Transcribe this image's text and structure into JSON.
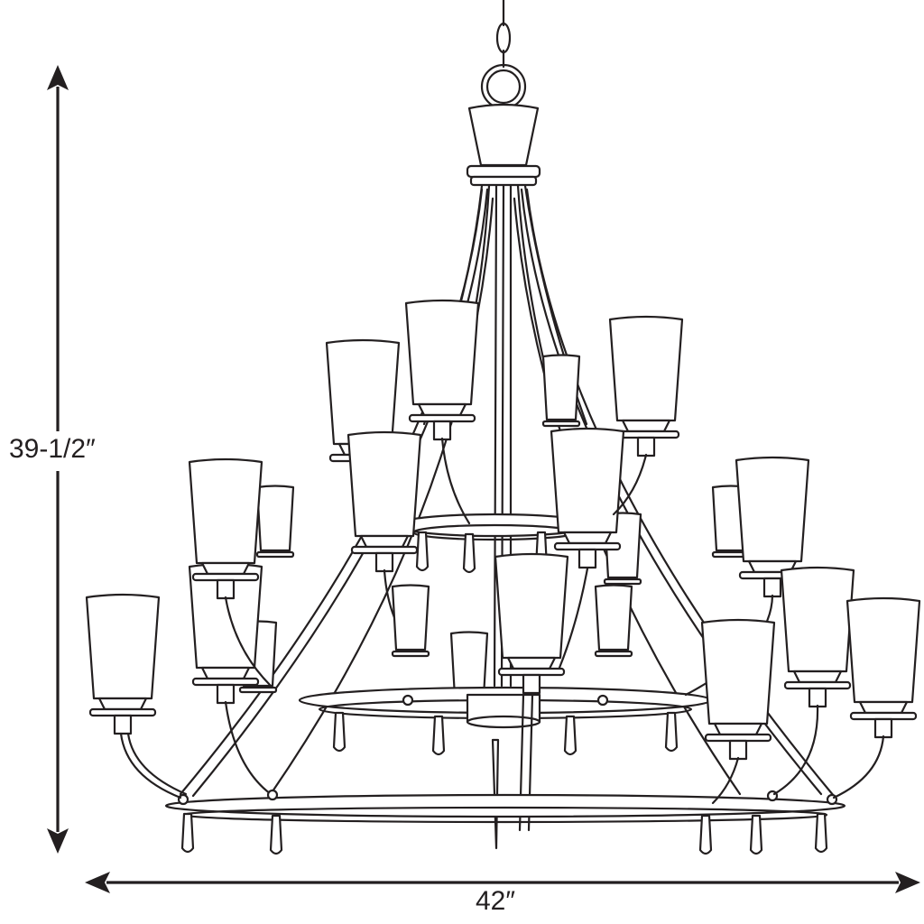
{
  "figure": {
    "subject": "tiered chandelier line drawing",
    "line_color": "#231f20",
    "background": "#ffffff"
  },
  "dimensions": {
    "height": {
      "label": "39-1/2″",
      "orientation": "vertical"
    },
    "width": {
      "label": "42″",
      "orientation": "horizontal"
    }
  },
  "chandelier": {
    "tiers": 3,
    "shades_visible": 21,
    "parts": [
      "chain",
      "ring",
      "canopy-cone",
      "center-stem",
      "upper-ring",
      "middle-ring",
      "lower-ring",
      "curved-arms",
      "bobeches",
      "glass-shades",
      "drip-finials"
    ]
  }
}
